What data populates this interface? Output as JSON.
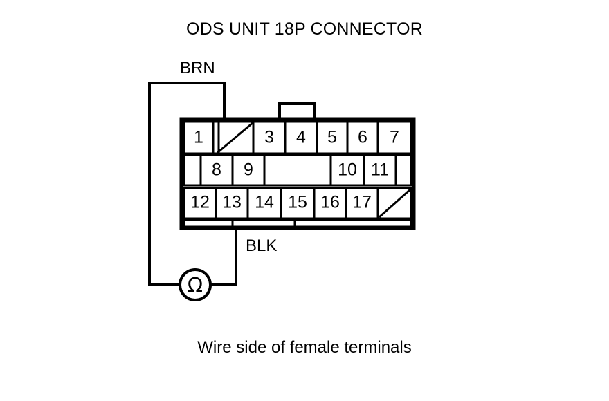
{
  "title": "ODS UNIT 18P CONNECTOR",
  "caption": "Wire side of female terminals",
  "wires": {
    "brown": {
      "label": "BRN",
      "color": "#000000"
    },
    "black": {
      "label": "BLK",
      "color": "#000000"
    }
  },
  "meter": {
    "type": "ohmmeter",
    "symbol": "Ω"
  },
  "connector": {
    "name": "ODS UNIT 18P CONNECTOR",
    "pin_count": 18,
    "rows": [
      {
        "row": 1,
        "cells": [
          {
            "label": "1",
            "blank": false,
            "slash": false
          },
          {
            "label": "",
            "blank": true,
            "slash": true
          },
          {
            "label": "3",
            "blank": false,
            "slash": false
          },
          {
            "label": "4",
            "blank": false,
            "slash": false
          },
          {
            "label": "5",
            "blank": false,
            "slash": false
          },
          {
            "label": "6",
            "blank": false,
            "slash": false
          },
          {
            "label": "7",
            "blank": false,
            "slash": false
          }
        ]
      },
      {
        "row": 2,
        "cells": [
          {
            "label": "",
            "blank": true,
            "slash": false
          },
          {
            "label": "8",
            "blank": false,
            "slash": false
          },
          {
            "label": "9",
            "blank": false,
            "slash": false
          },
          {
            "label": "",
            "blank": true,
            "slash": false
          },
          {
            "label": "10",
            "blank": false,
            "slash": false
          },
          {
            "label": "11",
            "blank": false,
            "slash": false
          },
          {
            "label": "",
            "blank": true,
            "slash": false
          }
        ]
      },
      {
        "row": 3,
        "cells": [
          {
            "label": "12",
            "blank": false,
            "slash": false
          },
          {
            "label": "13",
            "blank": false,
            "slash": false
          },
          {
            "label": "14",
            "blank": false,
            "slash": false
          },
          {
            "label": "15",
            "blank": false,
            "slash": false
          },
          {
            "label": "16",
            "blank": false,
            "slash": false
          },
          {
            "label": "17",
            "blank": false,
            "slash": false
          },
          {
            "label": "",
            "blank": true,
            "slash": true
          }
        ]
      }
    ]
  },
  "pin_labels": {
    "r1c1": "1",
    "r1c3": "3",
    "r1c4": "4",
    "r1c5": "5",
    "r1c6": "6",
    "r1c7": "7",
    "r2c2": "8",
    "r2c3": "9",
    "r2c5": "10",
    "r2c6": "11",
    "r3c1": "12",
    "r3c2": "13",
    "r3c3": "14",
    "r3c4": "15",
    "r3c5": "16",
    "r3c6": "17"
  }
}
